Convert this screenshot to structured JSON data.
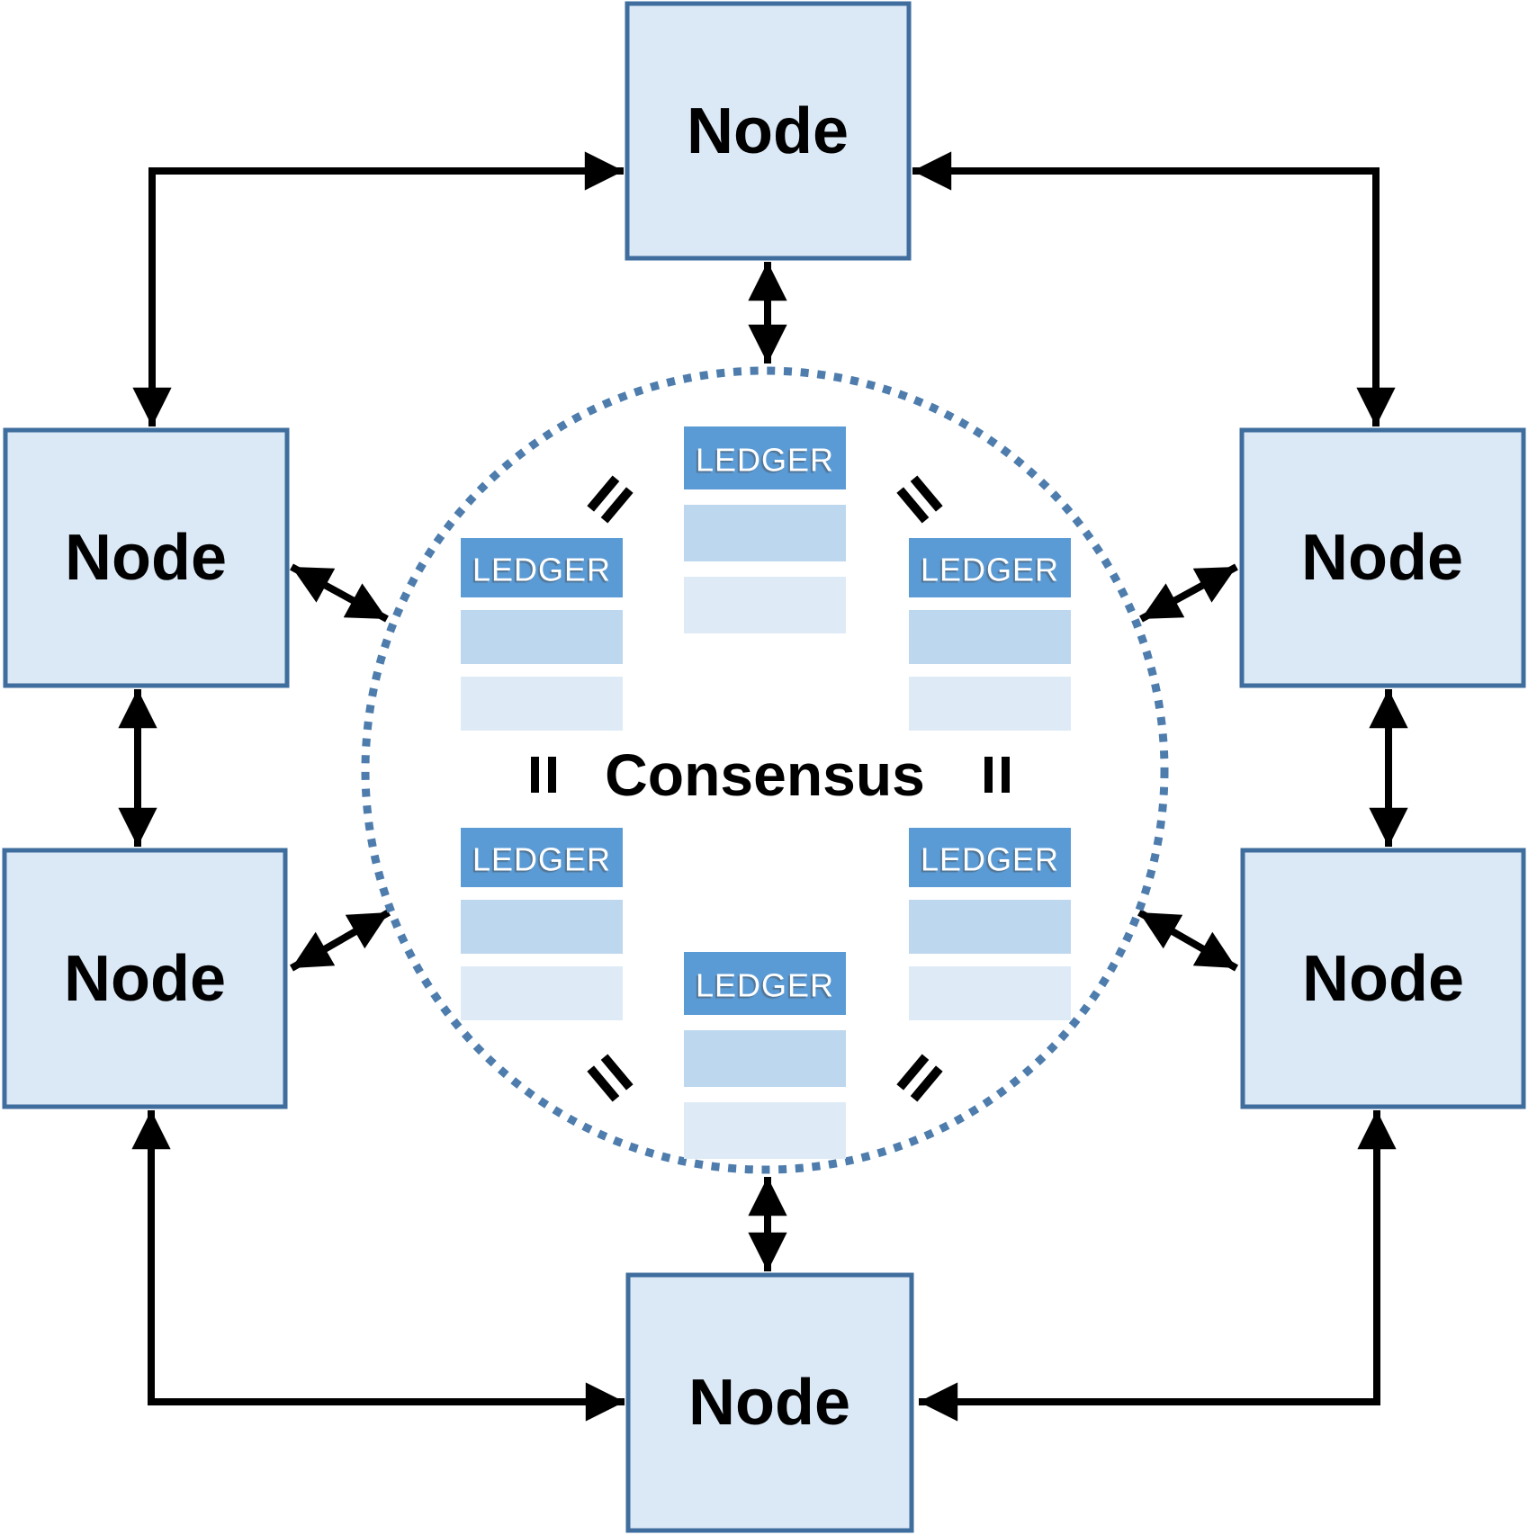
{
  "diagram": {
    "consensus_label": "Consensus",
    "node_label": "Node",
    "ledger_label": "LEDGER",
    "colors": {
      "background": "#ffffff",
      "node_fill": "#dbe8f5",
      "node_border": "#3f6e9e",
      "ledger_header": "#5b9bd5",
      "ledger_row_mid": "#bdd7ee",
      "ledger_row_light": "#deebf7",
      "ledger_text": "#ffffff",
      "dotted_circle": "#4e7dad",
      "arrow": "#000000",
      "equals_mark": "#000000",
      "label_text": "#000000"
    }
  }
}
